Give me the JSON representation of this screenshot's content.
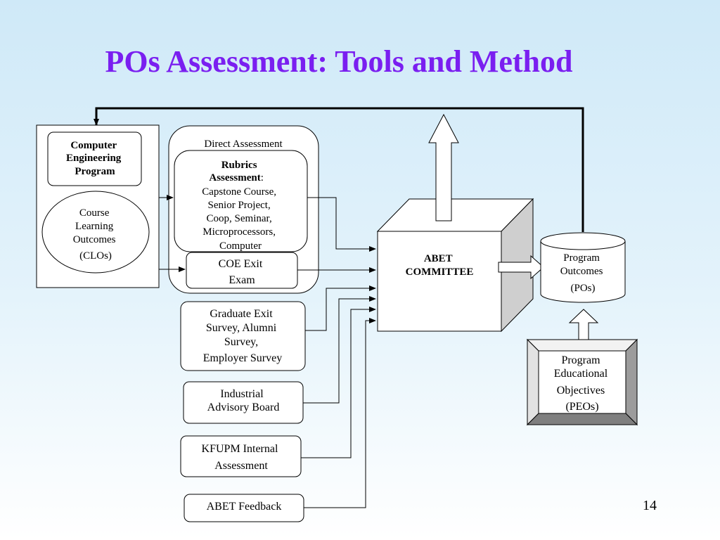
{
  "slide": {
    "title": "POs Assessment: Tools and Method",
    "page_number": "14"
  },
  "program_box": {
    "name_line1": "Computer",
    "name_line2": "Engineering",
    "name_line3": "Program",
    "clo_line1": "Course",
    "clo_line2": "Learning",
    "clo_line3": "Outcomes",
    "clo_line4": "(CLOs)"
  },
  "direct_assessment": {
    "label": "Direct Assessment",
    "rubrics_line1": "Rubrics",
    "rubrics_line2": "Assessment",
    "rubrics_colon": ":",
    "rubrics_line3": "Capstone Course,",
    "rubrics_line4": "Senior Project,",
    "rubrics_line5": "Coop, Seminar,",
    "rubrics_line6": "Microprocessors,",
    "rubrics_line7": "Computer",
    "coe_line1": "COE Exit",
    "coe_line2": "Exam"
  },
  "indirect_sources": {
    "survey_line1": "Graduate Exit",
    "survey_line2": "Survey, Alumni",
    "survey_line3": "Survey,",
    "survey_line4": "Employer Survey",
    "iab_line1": "Industrial",
    "iab_line2": "Advisory Board",
    "kfupm_line1": "KFUPM Internal",
    "kfupm_line2": "Assessment",
    "abet_feedback": "ABET Feedback"
  },
  "committee": {
    "line1": "ABET",
    "line2": "COMMITTEE"
  },
  "program_outcomes": {
    "line1": "Program",
    "line2": "Outcomes",
    "line3": "(POs)"
  },
  "peos": {
    "line1": "Program",
    "line2": "Educational",
    "line3": "Objectives",
    "line4": "(PEOs)"
  }
}
